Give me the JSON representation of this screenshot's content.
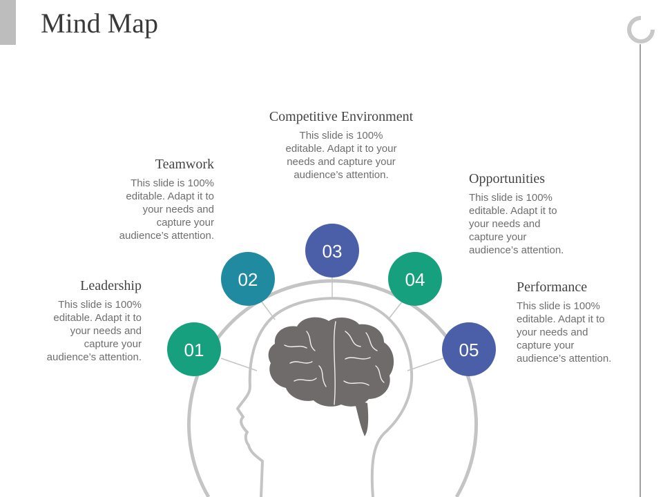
{
  "slide": {
    "title": "Mind Map"
  },
  "nodes": [
    {
      "number": "01",
      "color": "#17a07e"
    },
    {
      "number": "02",
      "color": "#1f8aa0"
    },
    {
      "number": "03",
      "color": "#4a5fa8"
    },
    {
      "number": "04",
      "color": "#17a07e"
    },
    {
      "number": "05",
      "color": "#4a5fa8"
    }
  ],
  "topics": [
    {
      "heading": "Leadership",
      "body": "This slide is 100%\neditable. Adapt it to\nyour needs and\ncapture your\naudience’s attention."
    },
    {
      "heading": "Teamwork",
      "body": "This slide is 100%\neditable. Adapt it to\nyour needs and\ncapture your\naudience’s attention."
    },
    {
      "heading": "Competitive Environment",
      "body": "This slide is 100%\neditable. Adapt it to your\nneeds and capture your\naudience’s attention."
    },
    {
      "heading": "Opportunities",
      "body": "This slide is 100%\neditable. Adapt it to\nyour needs and\ncapture your\naudience’s attention."
    },
    {
      "heading": "Performance",
      "body": "This slide is 100%\neditable. Adapt it to\nyour needs and\ncapture your\naudience’s attention."
    }
  ],
  "colors": {
    "brain": "#706b6b",
    "outline": "#c4c4c4",
    "accent_gray": "#bdbdbd"
  }
}
